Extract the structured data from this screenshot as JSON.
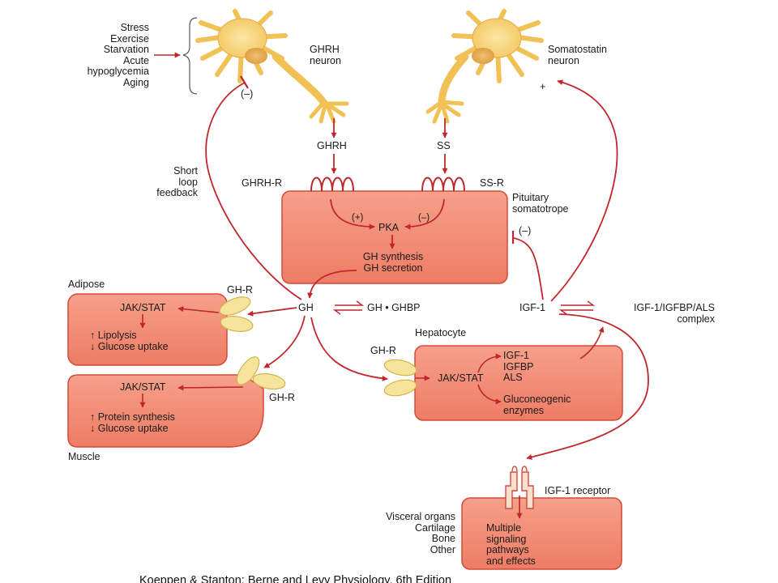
{
  "stimuli": [
    "Stress",
    "Exercise",
    "Starvation",
    "Acute",
    "hypoglycemia",
    "Aging"
  ],
  "neurons": {
    "ghrh": [
      "GHRH",
      "neuron"
    ],
    "somatostatin": [
      "Somatostatin",
      "neuron"
    ]
  },
  "signals": {
    "ghrh": "GHRH",
    "ss": "SS"
  },
  "receptors": {
    "ghrh_r": "GHRH-R",
    "ss_r": "SS-R",
    "gh_r": "GH-R",
    "igf1_r": "IGF-1 receptor"
  },
  "feedback": {
    "short_loop": [
      "Short",
      "loop",
      "feedback"
    ],
    "minus": "(–)",
    "plus": "+",
    "plus_paren": "(+)"
  },
  "pituitary": {
    "label": [
      "Pituitary",
      "somatotrope"
    ],
    "pka": "PKA",
    "outputs": [
      "GH synthesis",
      "GH secretion"
    ]
  },
  "hormones": {
    "gh": "GH",
    "gh_ghbp": "GH • GHBP",
    "igf1": "IGF-1",
    "complex": [
      "IGF-1/IGFBP/ALS",
      "complex"
    ]
  },
  "adipose": {
    "label": "Adipose",
    "pathway": "JAK/STAT",
    "effects": [
      "↑ Lipolysis",
      "↓ Glucose uptake"
    ]
  },
  "muscle": {
    "label": "Muscle",
    "pathway": "JAK/STAT",
    "effects": [
      "↑ Protein synthesis",
      "↓ Glucose uptake"
    ]
  },
  "hepatocyte": {
    "label": "Hepatocyte",
    "pathway": "JAK/STAT",
    "products": [
      "IGF-1",
      "IGFBP",
      "ALS"
    ],
    "gluconeogenic": [
      "Gluconeogenic",
      "enzymes"
    ]
  },
  "targets": {
    "tissues": [
      "Visceral organs",
      "Cartilage",
      "Bone",
      "Other"
    ],
    "effects": [
      "Multiple",
      "signaling",
      "pathways",
      "and effects"
    ]
  },
  "caption": "Koeppen & Stanton: Berne and Levy Physiology, 6th Edition",
  "colors": {
    "arrow": "#c0262c",
    "box_fill": "#f08870",
    "box_edge": "#d24b3a",
    "neuron": "#f7d27a",
    "receptor": "#f3e39a"
  }
}
